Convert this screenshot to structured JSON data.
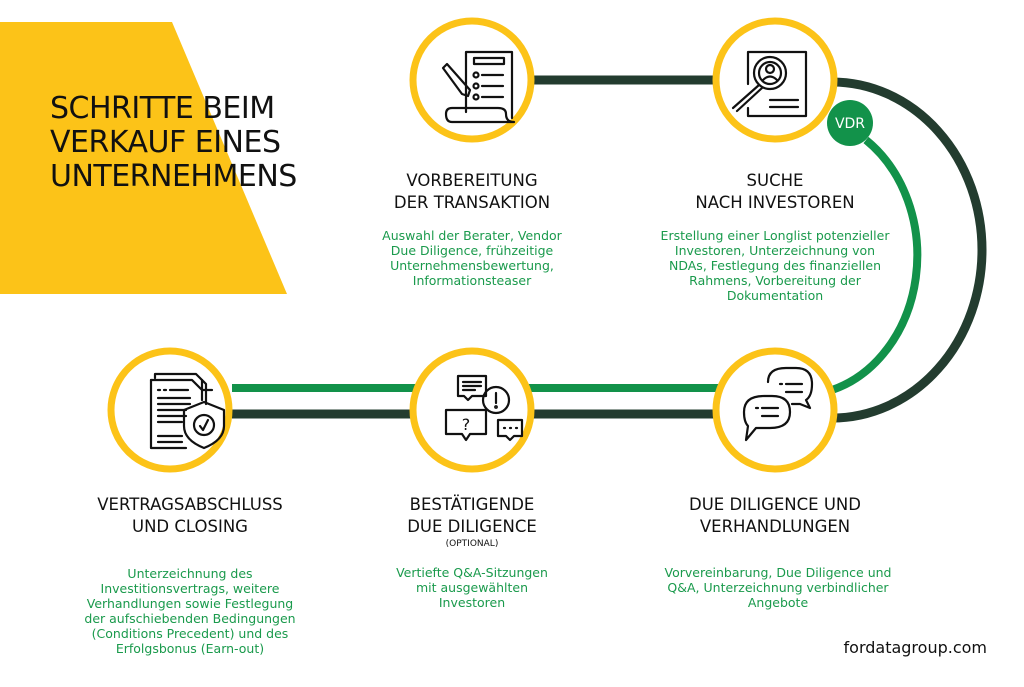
{
  "title_lines": [
    "SCHRITTE BEIM",
    "VERKAUF EINES",
    "UNTERNEHMENS"
  ],
  "colors": {
    "yellow": "#fcc318",
    "dark_green": "#233c2f",
    "green": "#12924a",
    "text_green": "#1a9a4c",
    "text_dark": "#111111"
  },
  "vdr_badge": "VDR",
  "steps": [
    {
      "icon": "checklist-document-pencil-icon",
      "title_lines": [
        "VORBEREITUNG",
        "DER TRANSAKTION"
      ],
      "note": "",
      "description_lines": [
        "Auswahl der Berater, Vendor",
        "Due Diligence, frühzeitige",
        "Unternehmensbewertung,",
        "Informationsteaser"
      ]
    },
    {
      "icon": "document-magnifier-person-icon",
      "title_lines": [
        "SUCHE",
        "NACH INVESTOREN"
      ],
      "note": "",
      "description_lines": [
        "Erstellung einer Longlist potenzieller",
        "Investoren, Unterzeichnung von",
        "NDAs, Festlegung des finanziellen",
        "Rahmens, Vorbereitung der",
        "Dokumentation"
      ]
    },
    {
      "icon": "chat-bubbles-icon",
      "title_lines": [
        "DUE DILIGENCE UND",
        "VERHANDLUNGEN"
      ],
      "note": "",
      "description_lines": [
        "Vorvereinbarung, Due Diligence und",
        "Q&A, Unterzeichnung verbindlicher",
        "Angebote"
      ]
    },
    {
      "icon": "question-answer-bubbles-icon",
      "title_lines": [
        "BESTÄTIGENDE",
        "DUE DILIGENCE"
      ],
      "note": "(OPTIONAL)",
      "description_lines": [
        "Vertiefte Q&A-Sitzungen",
        "mit ausgewählten",
        "Investoren"
      ]
    },
    {
      "icon": "contract-shield-check-icon",
      "title_lines": [
        "VERTRAGSABSCHLUSS",
        "UND CLOSING"
      ],
      "note": "",
      "description_lines": [
        "Unterzeichnung des",
        "Investitionsvertrags, weitere",
        "Verhandlungen sowie Festlegung",
        "der aufschiebenden Bedingungen",
        "(Conditions Precedent) und des",
        "Erfolgsbonus (Earn-out)"
      ]
    }
  ],
  "footer": "fordatagroup.com"
}
